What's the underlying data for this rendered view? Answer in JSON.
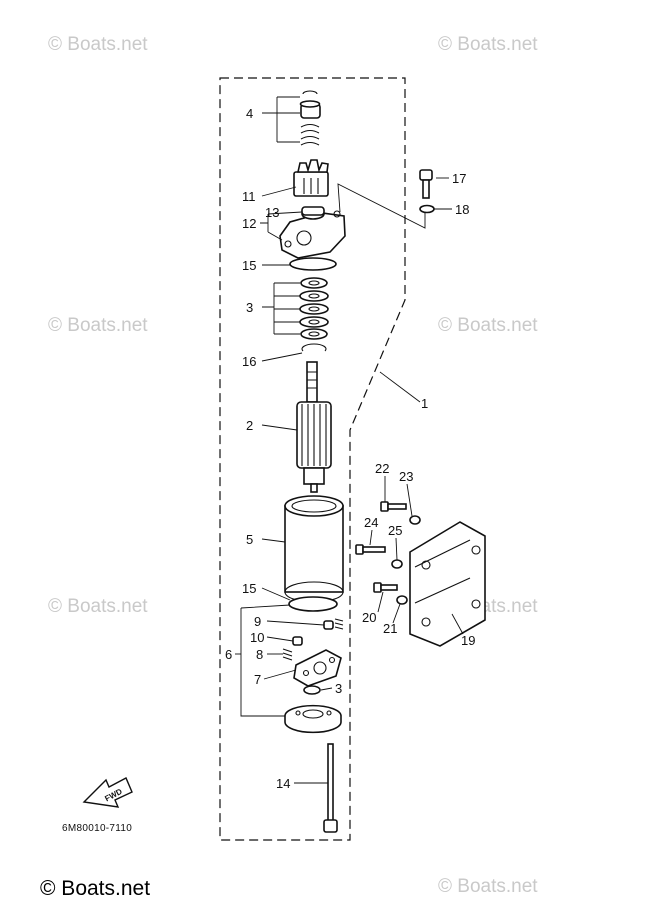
{
  "watermarks": [
    "© Boats.net",
    "© Boats.net",
    "© Boats.net",
    "© Boats.net",
    "© Boats.net",
    "© Boats.net",
    "© Boats.net",
    "© Boats.net"
  ],
  "callouts": {
    "c1": "1",
    "c2": "2",
    "c3a": "3",
    "c3b": "3",
    "c4": "4",
    "c5": "5",
    "c6": "6",
    "c7": "7",
    "c8": "8",
    "c9": "9",
    "c10": "10",
    "c11": "11",
    "c12": "12",
    "c13": "13",
    "c14": "14",
    "c15a": "15",
    "c15b": "15",
    "c16": "16",
    "c17": "17",
    "c18": "18",
    "c19": "19",
    "c20": "20",
    "c21": "21",
    "c22": "22",
    "c23": "23",
    "c24": "24",
    "c25": "25"
  },
  "fwd_label": "FWD",
  "diagram_code": "6M80010-7110",
  "footer_brand": "© Boats.net"
}
